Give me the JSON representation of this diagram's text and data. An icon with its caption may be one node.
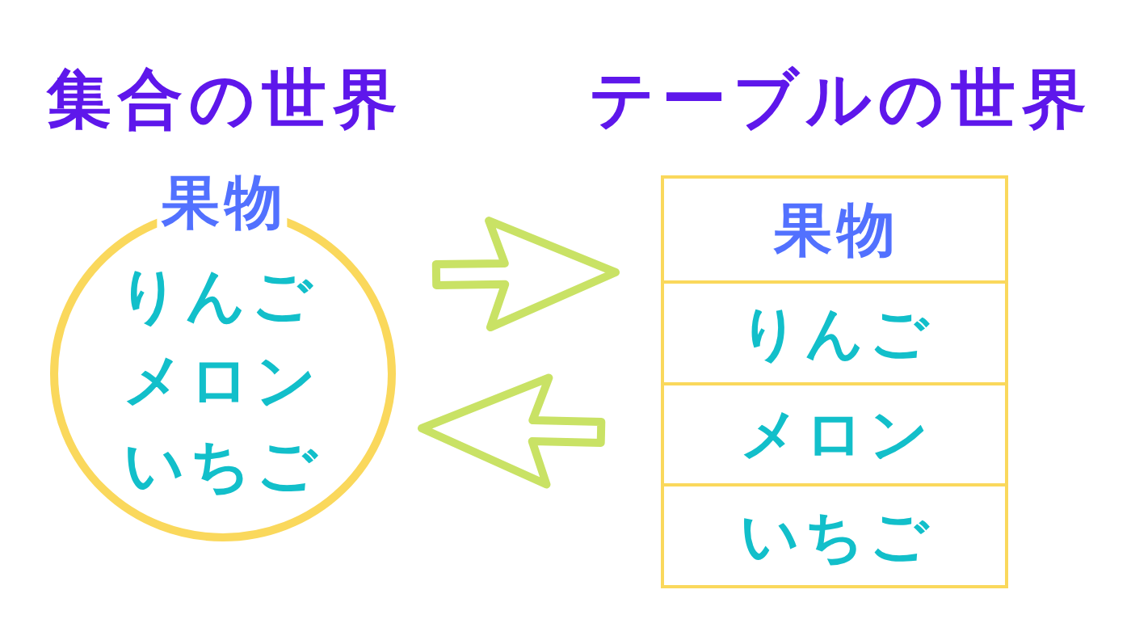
{
  "diagram": {
    "nodes": [
      {
        "text": [
          "果物",
          "りんご",
          "メロン",
          "いちご"
        ]
      },
      {
        "text": [],
        "shape": "box"
      },
      {
        "text": [
          "果物"
        ],
        "in": 1
      },
      {
        "text": [
          "りんご"
        ],
        "in": 1
      },
      {
        "text": [
          "メロン"
        ],
        "in": 1
      },
      {
        "text": [
          "いちご"
        ],
        "in": 1
      }
    ],
    "edges": [
      {
        "from": 0,
        "to": 1,
        "arrow": "to"
      },
      {
        "from": 1,
        "to": 0,
        "arrow": "to"
      }
    ],
    "labels": [
      "集合の世界",
      "テーブルの世界"
    ]
  }
}
